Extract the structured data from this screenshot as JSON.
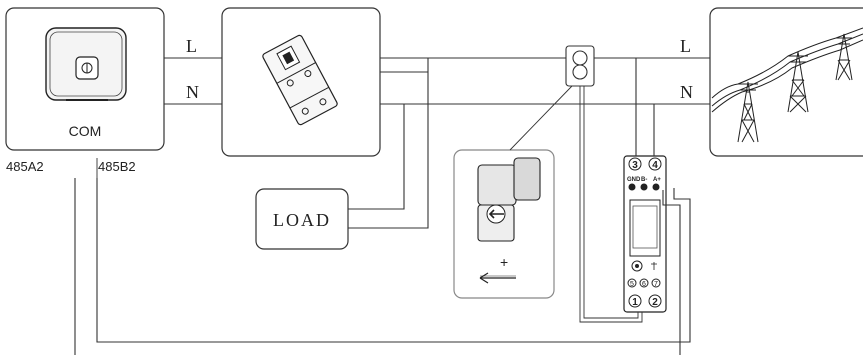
{
  "inverter": {
    "com_label": "COM",
    "pin_a": "485A2",
    "pin_b": "485B2"
  },
  "wires": {
    "line_left": "L",
    "neutral_left": "N",
    "line_right": "L",
    "neutral_right": "N"
  },
  "load": {
    "label": "LOAD"
  },
  "ct_box": {
    "plus_sign": "+"
  },
  "meter": {
    "terminal_3": "3",
    "terminal_4": "4",
    "gnd_label": "GND",
    "b_minus_label": "B-",
    "a_plus_label": "A+",
    "terminal_5": "5",
    "terminal_6": "6",
    "terminal_7": "7",
    "terminal_1": "1",
    "terminal_2": "2"
  },
  "icons": {
    "inverter": "solar-inverter-icon",
    "breaker": "circuit-breaker-icon",
    "ct": "current-transformer-icon",
    "grid": "power-pylons-icon"
  }
}
